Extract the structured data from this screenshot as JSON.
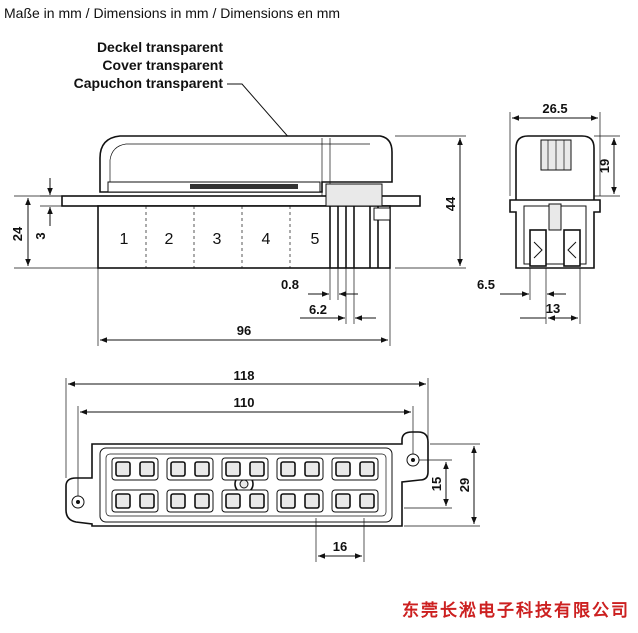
{
  "header": {
    "title": "Maße in mm / Dimensions in mm / Dimensions en mm"
  },
  "cover_label": {
    "de": "Deckel transparent",
    "en": "Cover transparent",
    "fr": "Capuchon transparent"
  },
  "fuse_positions": [
    "1",
    "2",
    "3",
    "4",
    "5"
  ],
  "dimensions": {
    "side_height_total": "44",
    "side_height_lower": "24",
    "side_offset": "3",
    "pin_width": "0.8",
    "pin_pitch": "6.2",
    "side_length": "96",
    "end_width": "26.5",
    "end_cover_height": "19",
    "end_pin_pitch": "6.5",
    "end_pin_span": "13",
    "top_overall": "118",
    "top_hole_spacing": "110",
    "top_inner_height": "15",
    "top_outer_height": "29",
    "top_module_pitch": "16"
  },
  "footer": {
    "company": "东莞长淞电子科技有限公司"
  }
}
